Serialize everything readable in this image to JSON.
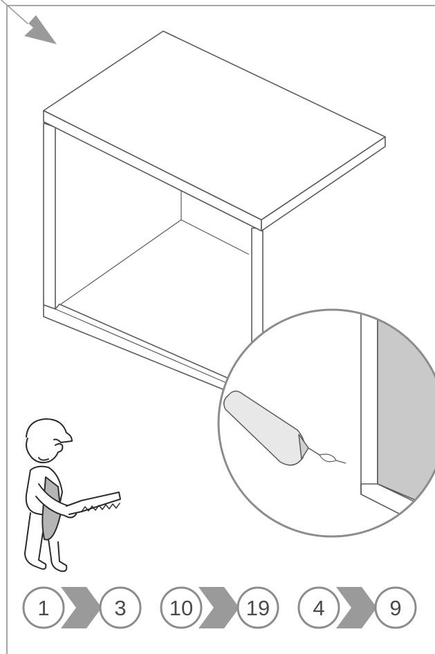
{
  "steps": [
    {
      "from": "1",
      "to": "3"
    },
    {
      "from": "10",
      "to": "19"
    },
    {
      "from": "4",
      "to": "9"
    }
  ],
  "colors": {
    "line": "#5a5a5a",
    "badge": "#8c8c8c",
    "arrow": "#9a9a9a",
    "fill_gray": "#c9c9c9",
    "background": "#ffffff"
  },
  "icons": [
    "pointer-arrow-icon",
    "worker-with-saw-icon",
    "glue-tube-icon"
  ]
}
